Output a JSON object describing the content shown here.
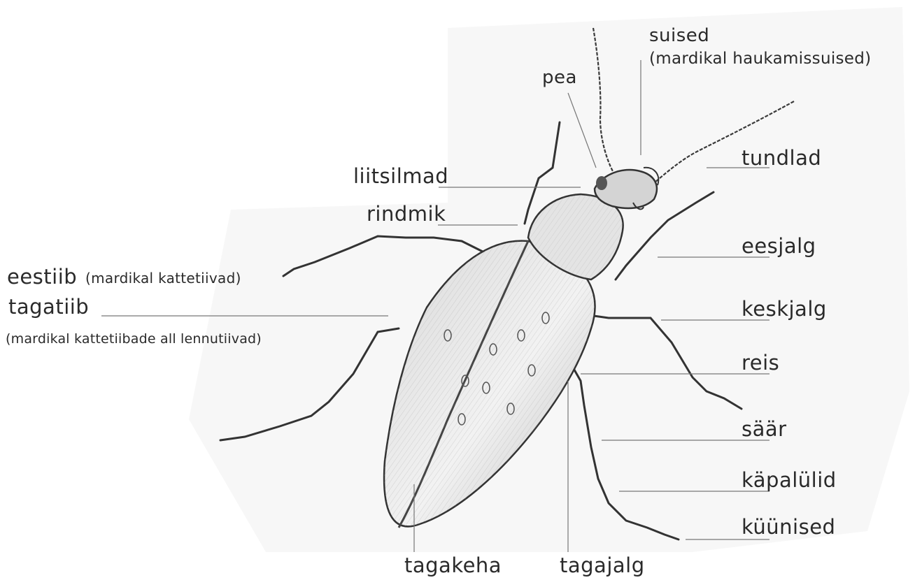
{
  "labels": {
    "suised": "suised",
    "suised_note": "(mardikal haukamissuised)",
    "pea": "pea",
    "tundlad": "tundlad",
    "liitsilmad": "liitsilmad",
    "rindmik": "rindmik",
    "eesjalg": "eesjalg",
    "eestiib": "eestiib",
    "eestiib_note": "(mardikal kattetiivad)",
    "tagatiib": "tagatiib",
    "tagatiib_note": "(mardikal kattetiibade all lennutiivad)",
    "keskjalg": "keskjalg",
    "reis": "reis",
    "saar": "säär",
    "kapalulid": "käpalülid",
    "kuunised": "küünised",
    "tagakeha": "tagakeha",
    "tagajalg": "tagajalg"
  }
}
